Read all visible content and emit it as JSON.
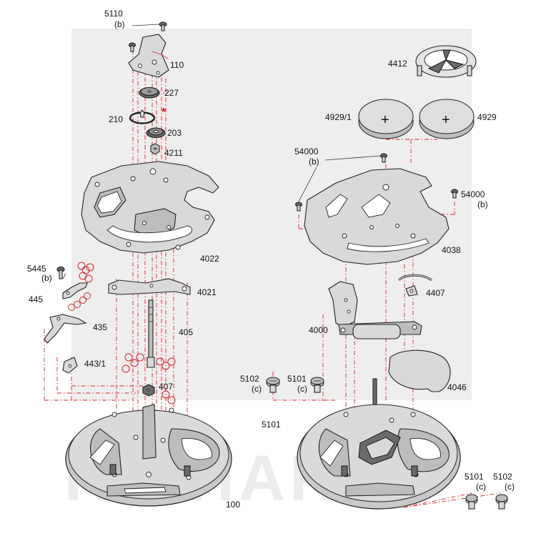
{
  "labels": {
    "l5110": "5110",
    "l5110b": "(b)",
    "l110": "110",
    "l227": "227",
    "l210": "210",
    "l203": "203",
    "l4211": "4211",
    "l4022": "4022",
    "l5445": "5445",
    "l5445b": "(b)",
    "l445": "445",
    "l4021": "4021",
    "l435": "435",
    "l405": "405",
    "l4431": "443/1",
    "l407": "407",
    "l100": "100",
    "l4412": "4412",
    "l49291": "4929/1",
    "l4929": "4929",
    "l54000a": "54000",
    "l54000ab": "(b)",
    "l54000b": "54000",
    "l54000bb": "(b)",
    "l4038": "4038",
    "l4407": "4407",
    "l4000": "4000",
    "l4046": "4046",
    "l5102a": "5102",
    "l5102ac": "(c)",
    "l5101a": "5101",
    "l5101ac": "(c)",
    "l5101center": "5101",
    "l5101b": "5101",
    "l5101bc": "(c)",
    "l5102b": "5102",
    "l5102bc": "(c)",
    "asterisk": "*"
  },
  "watermark": "RICHARD",
  "colors": {
    "assembly_line": "#d8232a",
    "part_fill": "#d9d9d9",
    "outline": "#222222"
  }
}
